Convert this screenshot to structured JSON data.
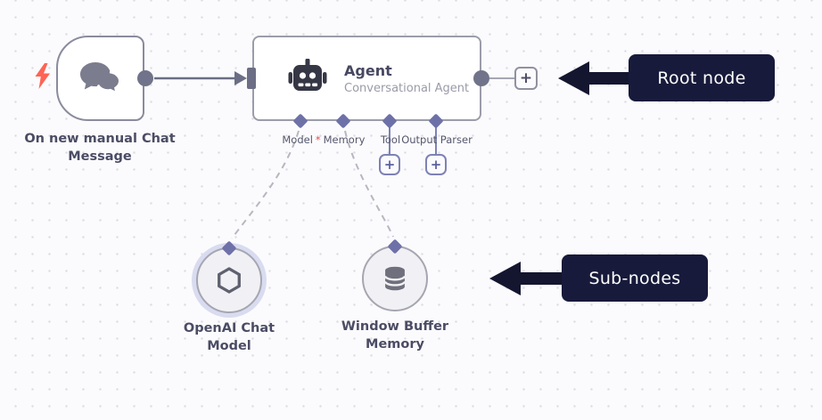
{
  "canvas": {
    "background_color": "#fbfbfd",
    "dot_color": "#dcdce4"
  },
  "nodes": {
    "trigger": {
      "label": "On new manual Chat Message",
      "icon": "chat-bubbles",
      "is_trigger": true
    },
    "agent": {
      "title": "Agent",
      "subtitle": "Conversational Agent",
      "icon": "robot",
      "required_marker": "*",
      "ports": [
        {
          "label": "Model",
          "required": true
        },
        {
          "label": "Memory",
          "required": false
        },
        {
          "label": "Tool",
          "required": false,
          "has_add_button": true
        },
        {
          "label": "Output Parser",
          "required": false,
          "has_add_button": true
        }
      ]
    },
    "openai_chat_model": {
      "label": "OpenAI Chat Model",
      "icon": "openai-logo",
      "highlighted": true
    },
    "window_buffer_memory": {
      "label": "Window Buffer Memory",
      "icon": "database"
    }
  },
  "buttons": {
    "plus": "+"
  },
  "annotations": {
    "root_node": {
      "label": "Root node"
    },
    "sub_nodes": {
      "label": "Sub-nodes"
    },
    "box_color": "#171a3a",
    "text_color": "#ffffff"
  },
  "colors": {
    "connector_gray": "#6b6e84",
    "port_indigo": "#6d71a8",
    "dashed_line": "#b7b7c2",
    "trigger_bolt": "#ff6455",
    "required_red": "#e24c4c",
    "node_border": "#9b9caa",
    "title_text": "#474860",
    "subtitle_text": "#9a9ba8"
  }
}
